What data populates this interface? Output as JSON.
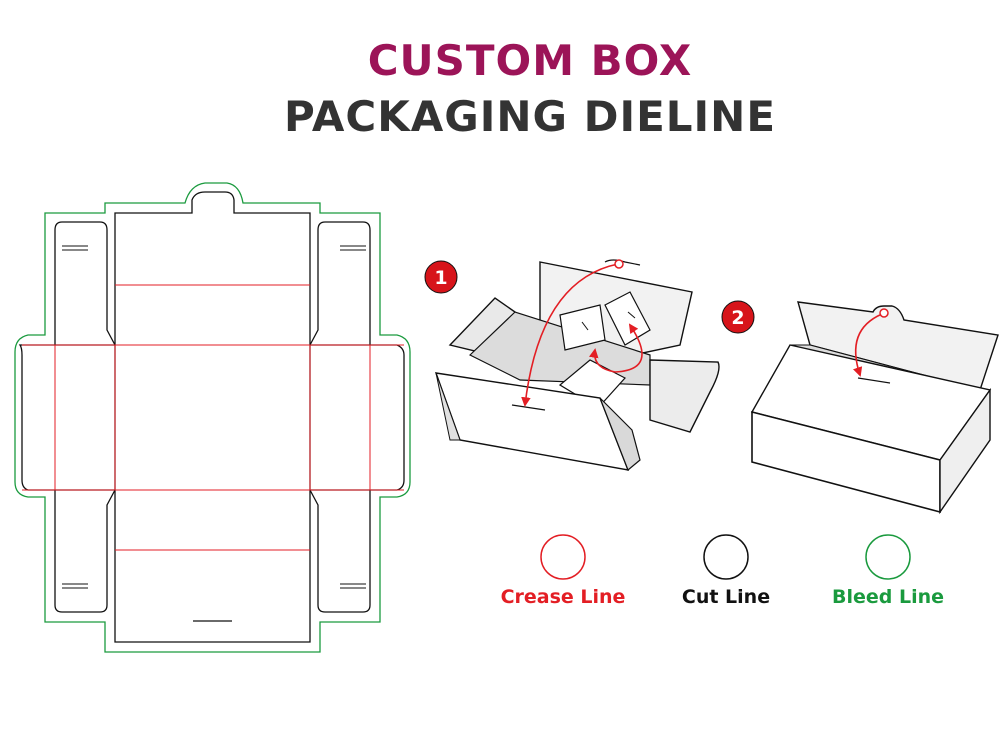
{
  "title": {
    "line1": "CUSTOM BOX",
    "line2": "PACKAGING DIELINE"
  },
  "steps": [
    {
      "number": "1"
    },
    {
      "number": "2"
    }
  ],
  "legend": [
    {
      "label": "Crease Line",
      "color": "#e31e24"
    },
    {
      "label": "Cut Line",
      "color": "#111111"
    },
    {
      "label": "Bleed Line",
      "color": "#1a9a3e"
    }
  ],
  "colors": {
    "title_accent": "#9c1458",
    "title_dark": "#333333",
    "badge": "#d7141a",
    "arrow": "#e31e24"
  }
}
